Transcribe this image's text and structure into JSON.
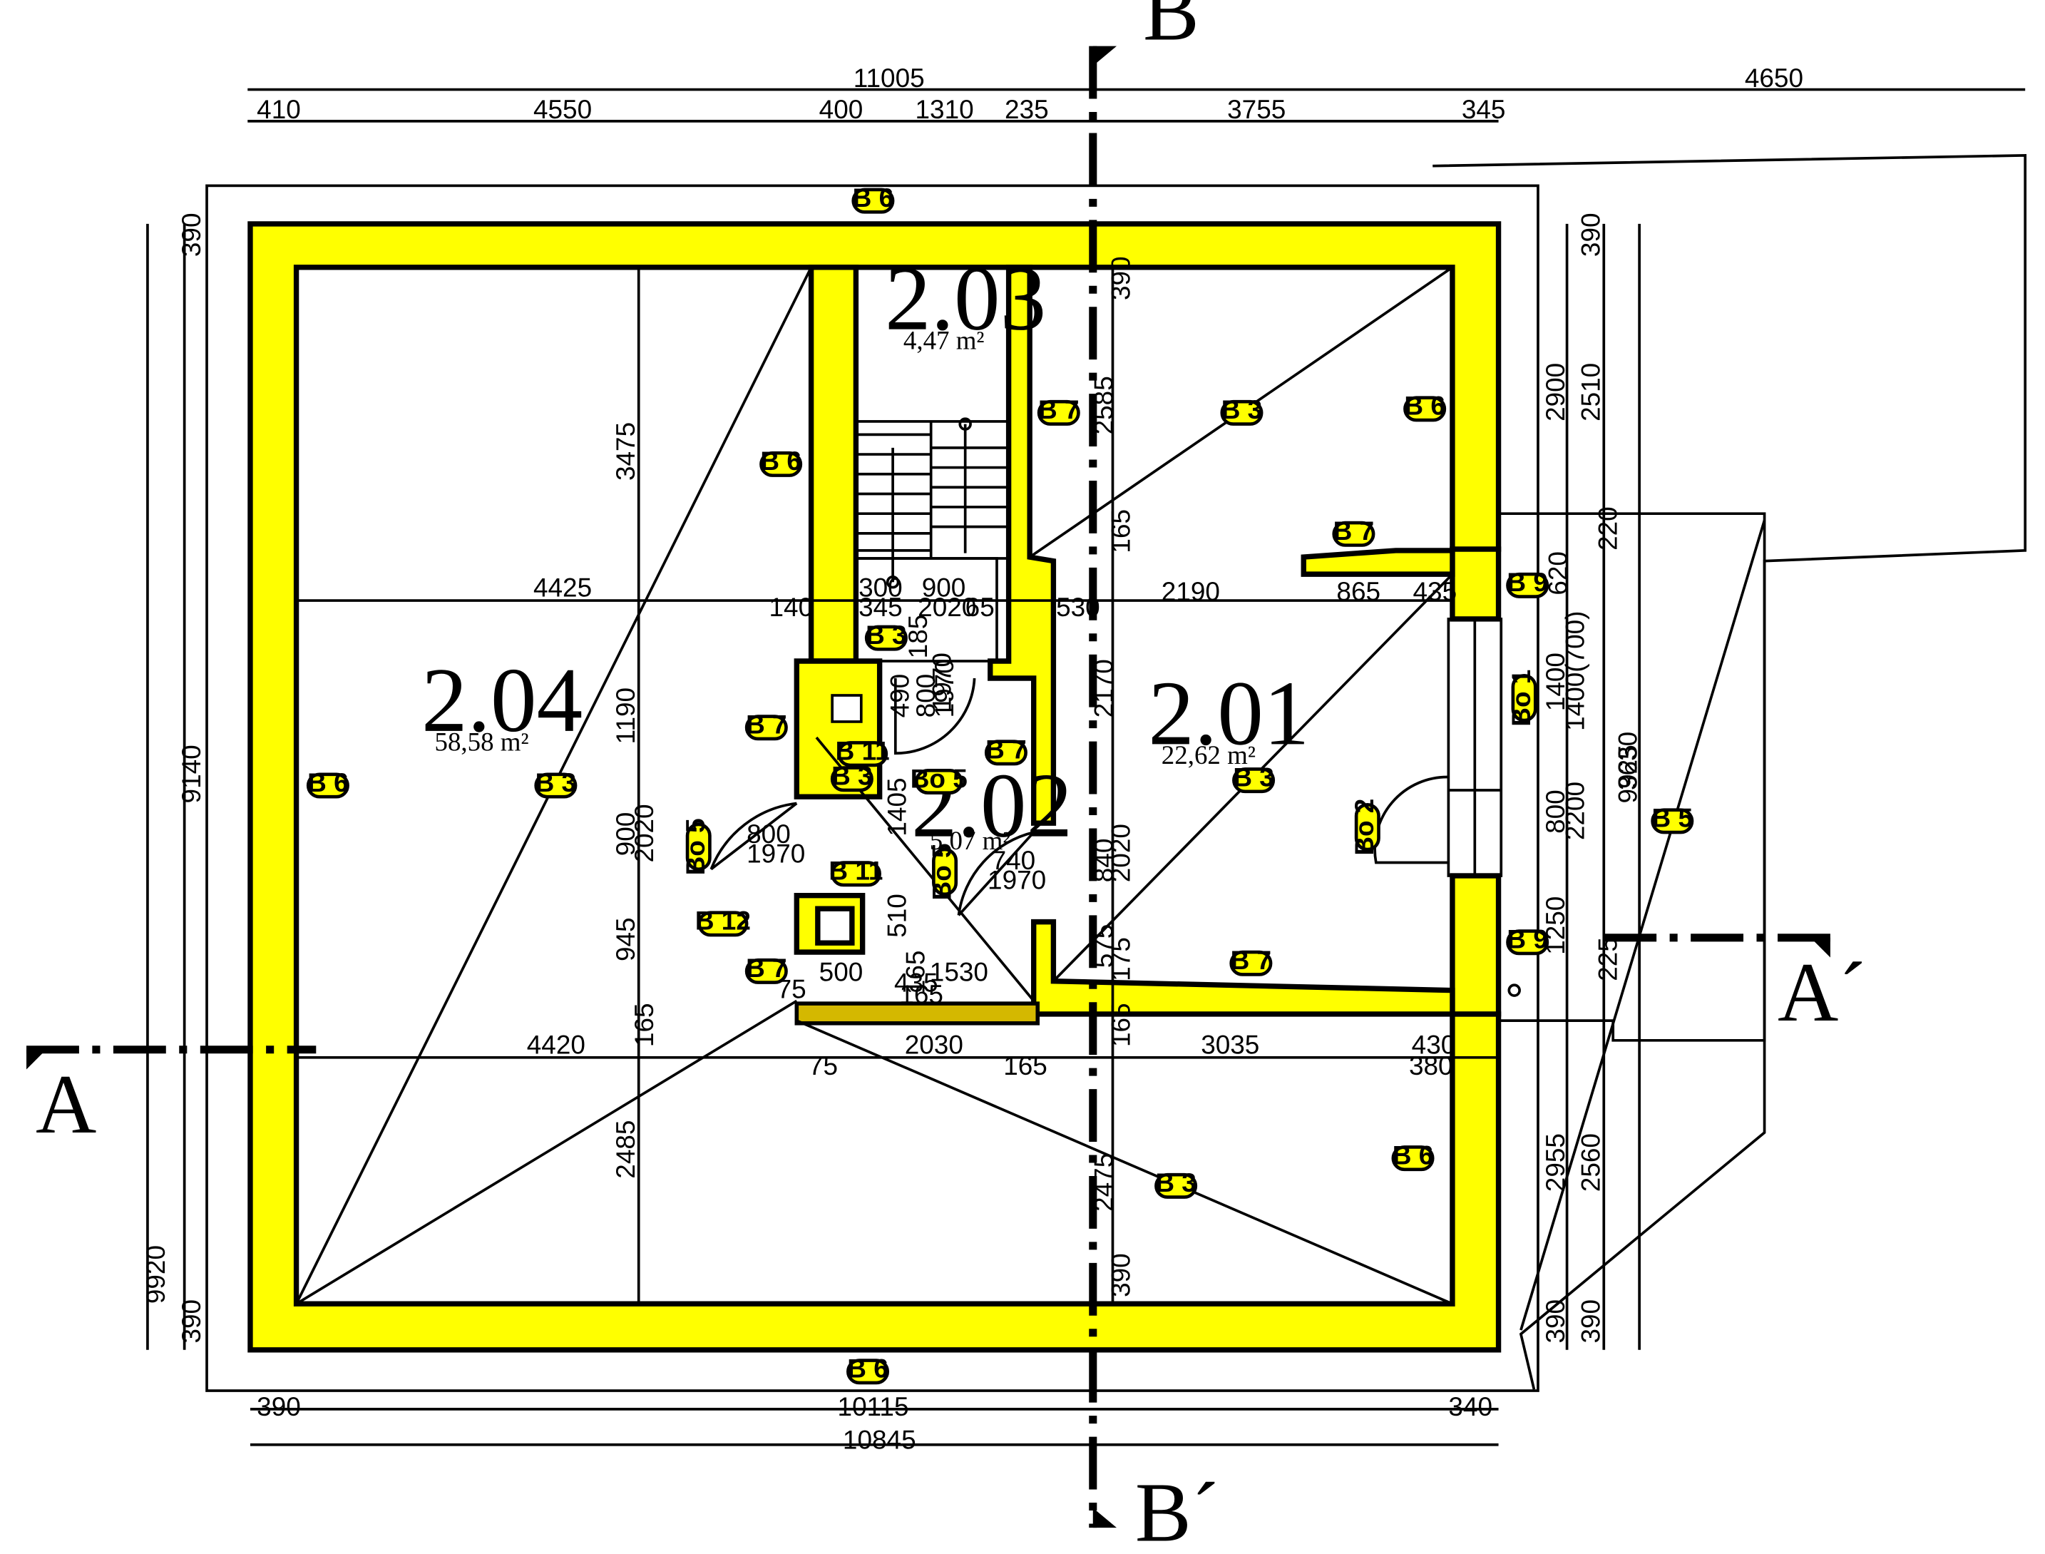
{
  "rooms": {
    "r201": {
      "num": "2.01",
      "area": "22,62 m²"
    },
    "r202": {
      "num": "2.02",
      "area": "5,07 m²"
    },
    "r203": {
      "num": "2.03",
      "area": "4,47 m²"
    },
    "r204": {
      "num": "2.04",
      "area": "58,58 m²"
    }
  },
  "sections": {
    "a": "A",
    "a2": "A´",
    "b": "B",
    "b2": "B´"
  },
  "dims": {
    "top_total": "11005",
    "top_ext": "4650",
    "top": [
      "410",
      "4550",
      "400",
      "1310",
      "235",
      "3755",
      "345"
    ],
    "bottom": [
      "390",
      "10115",
      "340"
    ],
    "bottom_total": "10845",
    "left_total": "9920",
    "left_inner": "9140",
    "left_390a": "390",
    "left_390b": "390",
    "right": [
      "390",
      "2900",
      "2510",
      "220",
      "620",
      "1400",
      "1400(700)",
      "3630",
      "9925",
      "800",
      "2200",
      "1250",
      "225",
      "2955",
      "2560",
      "390",
      "390"
    ],
    "mid": [
      "4425",
      "140",
      "300",
      "345",
      "900",
      "2020",
      "65",
      "530",
      "2190",
      "865",
      "435",
      "4420",
      "75",
      "2030",
      "165",
      "3035",
      "430",
      "380",
      "75",
      "500",
      "435",
      "1530",
      "165",
      "3475",
      "1190",
      "900",
      "2020",
      "945",
      "165",
      "2485",
      "390",
      "2585",
      "165",
      "2170",
      "840",
      "2020",
      "575",
      "175",
      "165",
      "2475",
      "390",
      "185",
      "1970",
      "490",
      "800",
      "1970",
      "1405",
      "510",
      "165",
      "800",
      "1970",
      "740",
      "1970"
    ]
  },
  "tags": {
    "b6_top": "B 6",
    "b6_bottom": "B 6",
    "b6_left": "B 6",
    "b6_right_top": "B 6",
    "b6_right_bottom": "B 6",
    "b6_stair": "B 6",
    "b3_204": "B 3",
    "b3_201top": "B 3",
    "b3_201": "B 3",
    "b3_bottom": "B 3",
    "b3_hall": "B 3",
    "b3_202": "B 3",
    "b7_stair": "B 7",
    "b7_top": "B 7",
    "b7_left": "B 7",
    "b7_202": "B 7",
    "b7_201": "B 7",
    "b7_bottom_left": "B 7",
    "b9_top": "B 9",
    "b9_bottom": "B 9",
    "b11_a": "B 11",
    "b11_b": "B 11",
    "b12": "B 12",
    "b5": "B 5",
    "bo5_a": "Bo 5",
    "bo5_b": "Bo 5",
    "bo5_c": "Bo 5",
    "bo1": "Bo 1",
    "bo2": "Bo 2"
  }
}
